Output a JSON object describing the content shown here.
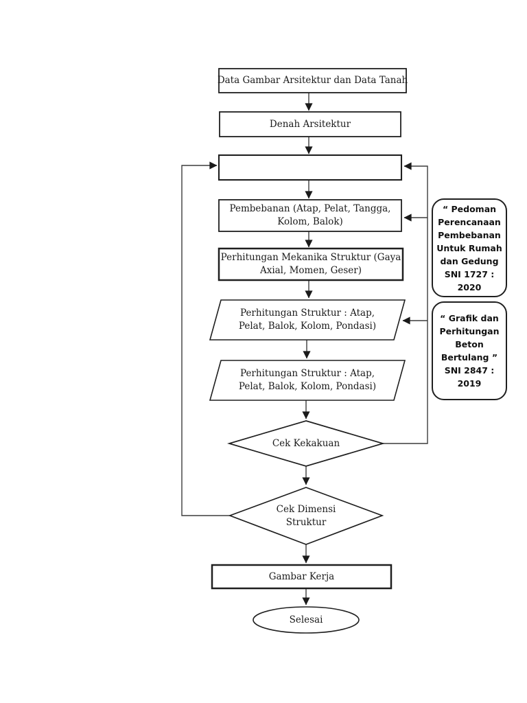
{
  "page": {
    "type": "flowchart-document-page",
    "background": "#ffffff"
  },
  "colors": {
    "connector": "#3c3c3c",
    "shape_border": "#1f1f1f",
    "shape_fill": "#ffffff",
    "arrowhead": "#1a1a1a",
    "text": "#1a1a1a"
  },
  "flowchart": {
    "nodes": {
      "data_gambar": {
        "shape": "rectangle",
        "label": "Data Gambar Arsitektur dan Data Tanah"
      },
      "denah": {
        "shape": "rectangle",
        "label": "Denah Arsitektur"
      },
      "blank": {
        "shape": "rectangle",
        "label": ""
      },
      "pembebanan": {
        "shape": "rectangle",
        "label": "Pembebanan (Atap, Pelat, Tangga,\nKolom, Balok)"
      },
      "mekanika": {
        "shape": "rectangle",
        "label": "Perhitungan Mekanika Struktur (Gaya\nAxial, Momen, Geser)"
      },
      "struktur1": {
        "shape": "parallelogram",
        "label": "Perhitungan Struktur : Atap,\nPelat, Balok, Kolom, Pondasi)"
      },
      "struktur2": {
        "shape": "parallelogram",
        "label": "Perhitungan Struktur : Atap,\nPelat, Balok, Kolom, Pondasi)"
      },
      "cek_kekakuan": {
        "shape": "diamond",
        "label": "Cek Kekakuan"
      },
      "cek_dimensi": {
        "shape": "diamond",
        "label": "Cek Dimensi\nStruktur"
      },
      "gambar_kerja": {
        "shape": "rectangle",
        "label": "Gambar Kerja"
      },
      "selesai": {
        "shape": "ellipse",
        "label": "Selesai"
      }
    },
    "annotations": {
      "sni_1727": {
        "shape": "rounded-rectangle",
        "label": "“ Pedoman\nPerencanaan\nPembebanan\nUntuk Rumah\ndan Gedung\nSNI 1727 :\n2020"
      },
      "sni_2847": {
        "shape": "rounded-rectangle",
        "label": "“ Grafik dan\nPerhitungan\nBeton\nBertulang ”\nSNI 2847 :\n2019"
      }
    },
    "edges": [
      {
        "from": "data_gambar",
        "to": "denah",
        "type": "arrow-down"
      },
      {
        "from": "denah",
        "to": "blank",
        "type": "arrow-down"
      },
      {
        "from": "blank",
        "to": "pembebanan",
        "type": "arrow-down"
      },
      {
        "from": "pembebanan",
        "to": "mekanika",
        "type": "arrow-down"
      },
      {
        "from": "mekanika",
        "to": "struktur1",
        "type": "arrow-down"
      },
      {
        "from": "struktur1",
        "to": "struktur2",
        "type": "arrow-down"
      },
      {
        "from": "struktur2",
        "to": "cek_kekakuan",
        "type": "arrow-down"
      },
      {
        "from": "cek_kekakuan",
        "to": "cek_dimensi",
        "type": "arrow-down"
      },
      {
        "from": "cek_dimensi",
        "to": "gambar_kerja",
        "type": "arrow-down"
      },
      {
        "from": "gambar_kerja",
        "to": "selesai",
        "type": "arrow-down"
      },
      {
        "from": "cek_kekakuan",
        "to": "blank",
        "type": "feedback-loop-right",
        "also_feeds": [
          "pembebanan",
          "struktur1"
        ]
      },
      {
        "from": "cek_dimensi",
        "to": "blank",
        "type": "feedback-loop-left"
      }
    ]
  }
}
